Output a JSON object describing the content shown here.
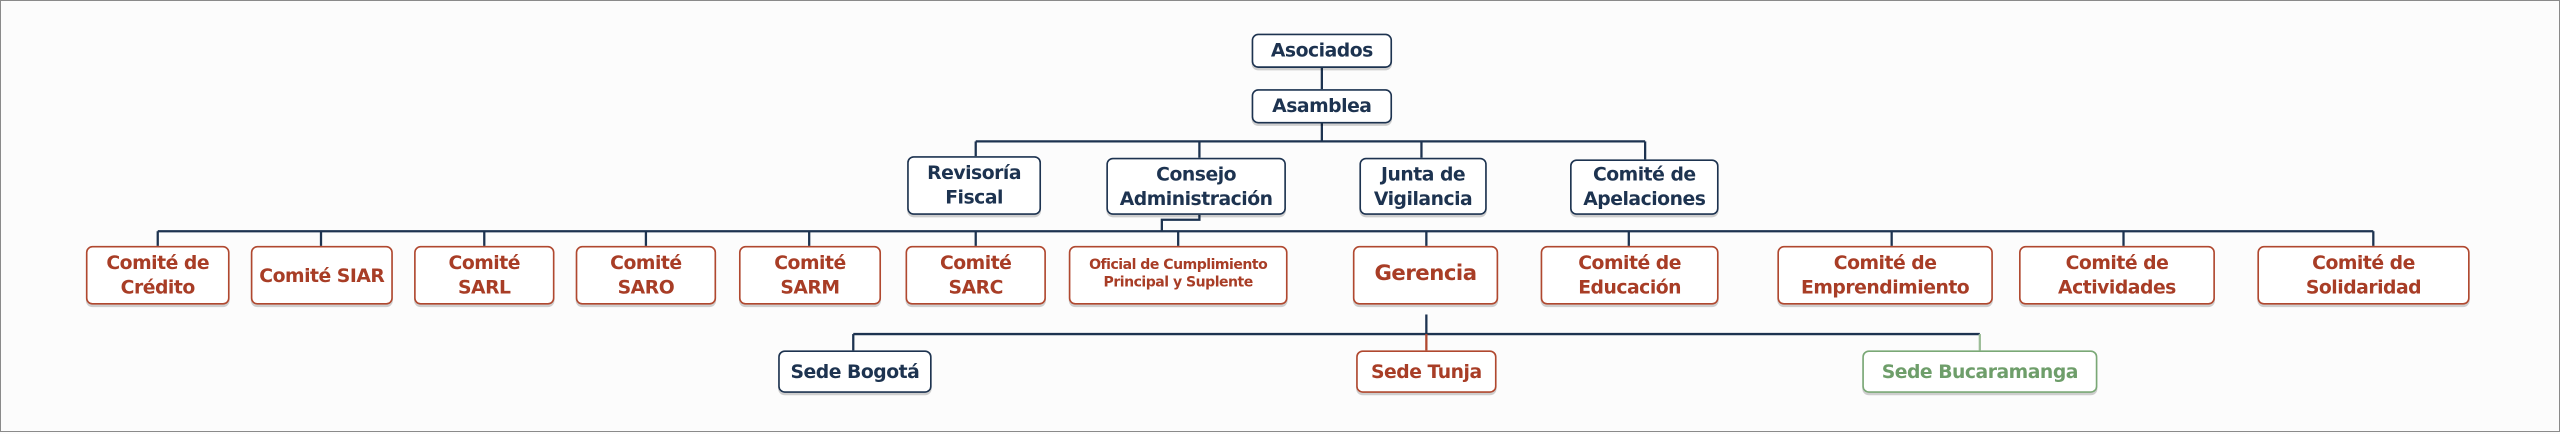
{
  "colors": {
    "navy": "#1d3350",
    "red": "#a83d26",
    "green": "#6e9e6a"
  },
  "top": {
    "asociados": "Asociados",
    "asamblea": "Asamblea"
  },
  "level2": [
    "Revisoría Fiscal",
    "Consejo Administración",
    "Junta de Vigilancia",
    "Comité de Apelaciones"
  ],
  "committees": [
    "Comité de Crédito",
    "Comité SIAR",
    "Comité SARL",
    "Comité SARO",
    "Comité SARM",
    "Comité SARC",
    "Oficial de Cumplimiento Principal y Suplente",
    "Gerencia",
    "Comité de Educación",
    "Comité de Emprendimiento",
    "Comité de Actividades",
    "Comité de Solidaridad"
  ],
  "sedes": [
    "Sede Bogotá",
    "Sede Tunja",
    "Sede Bucaramanga"
  ]
}
